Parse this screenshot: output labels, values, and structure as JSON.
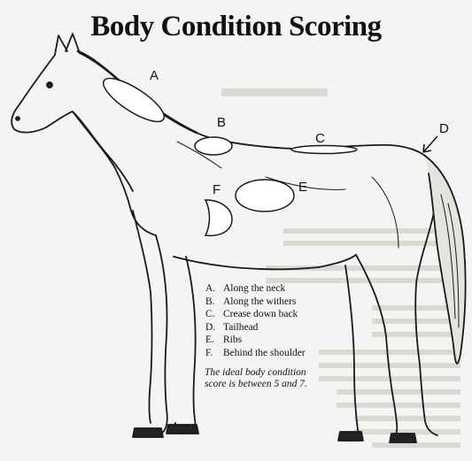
{
  "title": "Body Condition Scoring",
  "zone_labels": {
    "A": "A",
    "B": "B",
    "C": "C",
    "D": "D",
    "E": "E",
    "F": "F"
  },
  "legend": [
    {
      "key": "A.",
      "text": "Along the neck"
    },
    {
      "key": "B.",
      "text": "Along the withers"
    },
    {
      "key": "C.",
      "text": "Crease down back"
    },
    {
      "key": "D.",
      "text": "Tailhead"
    },
    {
      "key": "E.",
      "text": "Ribs"
    },
    {
      "key": "F.",
      "text": "Behind the shoulder"
    }
  ],
  "note_lines": [
    "The ideal body condition",
    "score is between 5 and 7."
  ],
  "colors": {
    "background": "#f4f4f2",
    "ink": "#111111",
    "zone_fill": "#ffffff"
  }
}
